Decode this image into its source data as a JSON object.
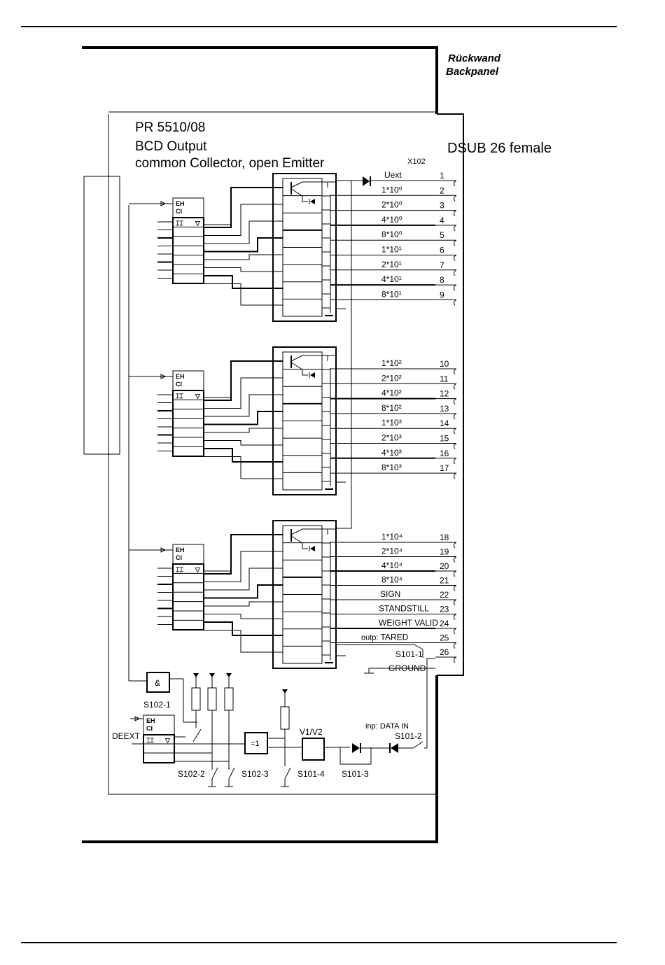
{
  "page": {
    "backpanel_de": "Rückwand",
    "backpanel_en": "Backpanel",
    "title": "PR 5510/08",
    "subtitle": "BCD Output",
    "subtitle2": "common Collector, open Emitter",
    "connector_title": "DSUB 26 female",
    "connector_ref": "X102",
    "latch_label_top": "EH",
    "latch_label_bottom": "CI",
    "latch_schmitt": "⌶⌶",
    "latch_enable": "▽",
    "and_label": "&",
    "xor_label": "=1",
    "v_label": "V1/V2",
    "deext": "DEEXT",
    "outp_label": "outp:",
    "inp_label": "inp:",
    "switches": {
      "s102_1": "S102-1",
      "s102_2": "S102-2",
      "s102_3": "S102-3",
      "s101_1": "S101-1",
      "s101_2": "S101-2",
      "s101_3": "S101-3",
      "s101_4": "S101-4"
    }
  },
  "pins": [
    {
      "num": "1",
      "label": "Uext"
    },
    {
      "num": "2",
      "label": "1*10⁰"
    },
    {
      "num": "3",
      "label": "2*10⁰"
    },
    {
      "num": "4",
      "label": "4*10⁰"
    },
    {
      "num": "5",
      "label": "8*10⁰"
    },
    {
      "num": "6",
      "label": "1*10¹"
    },
    {
      "num": "7",
      "label": "2*10¹"
    },
    {
      "num": "8",
      "label": "4*10¹"
    },
    {
      "num": "9",
      "label": "8*10¹"
    },
    {
      "num": "10",
      "label": "1*10²"
    },
    {
      "num": "11",
      "label": "2*10²"
    },
    {
      "num": "12",
      "label": "4*10²"
    },
    {
      "num": "13",
      "label": "8*10²"
    },
    {
      "num": "14",
      "label": "1*10³"
    },
    {
      "num": "15",
      "label": "2*10³"
    },
    {
      "num": "16",
      "label": "4*10³"
    },
    {
      "num": "17",
      "label": "8*10³"
    },
    {
      "num": "18",
      "label": "1*10⁴"
    },
    {
      "num": "19",
      "label": "2*10⁴"
    },
    {
      "num": "20",
      "label": "4*10⁴"
    },
    {
      "num": "21",
      "label": "8*10⁴"
    },
    {
      "num": "22",
      "label": "SIGN"
    },
    {
      "num": "23",
      "label": "STANDSTILL"
    },
    {
      "num": "24",
      "label": "WEIGHT VALID"
    },
    {
      "num": "25",
      "label": "TARED"
    },
    {
      "num": "26",
      "label": "DATA IN"
    },
    {
      "num": "",
      "label": "GROUND"
    }
  ]
}
